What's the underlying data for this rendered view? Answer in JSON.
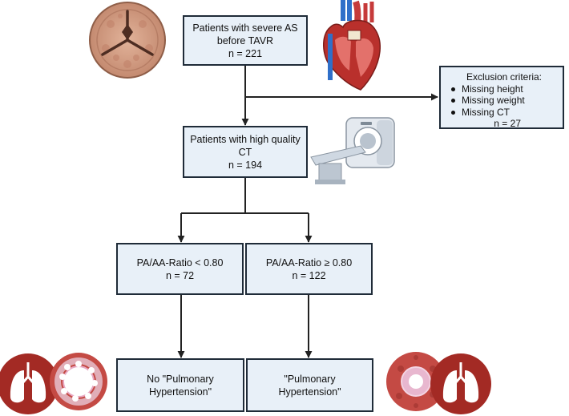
{
  "boxes": {
    "start": {
      "line1": "Patients with severe AS",
      "line2": "before TAVR",
      "n": "n = 221"
    },
    "ct": {
      "line1": "Patients with high quality",
      "line2": "CT",
      "n": "n = 194"
    },
    "low_ratio": {
      "label": "PA/AA-Ratio < 0.80",
      "n": "n = 72"
    },
    "high_ratio": {
      "label": "PA/AA-Ratio ≥ 0.80",
      "n": "n = 122"
    },
    "no_ph": {
      "line1": "No \"Pulmonary",
      "line2": "Hypertension\""
    },
    "ph": {
      "line1": "\"Pulmonary",
      "line2": "Hypertension\""
    }
  },
  "exclusion": {
    "title": "Exclusion criteria:",
    "items": [
      "Missing height",
      "Missing weight",
      "Missing CT"
    ],
    "n": "n = 27"
  },
  "illustrations": [
    "aortic-valve-icon",
    "heart-icon",
    "ct-scanner-icon",
    "lungs-icon",
    "artery-cross-section-icon"
  ],
  "colors": {
    "box_fill": "#e8f0f8",
    "box_border": "#1f2b38",
    "connector": "#222222",
    "lung_circle": "#a32a24",
    "artery_red": "#c44a44",
    "valve_tan": "#d9a48a"
  }
}
